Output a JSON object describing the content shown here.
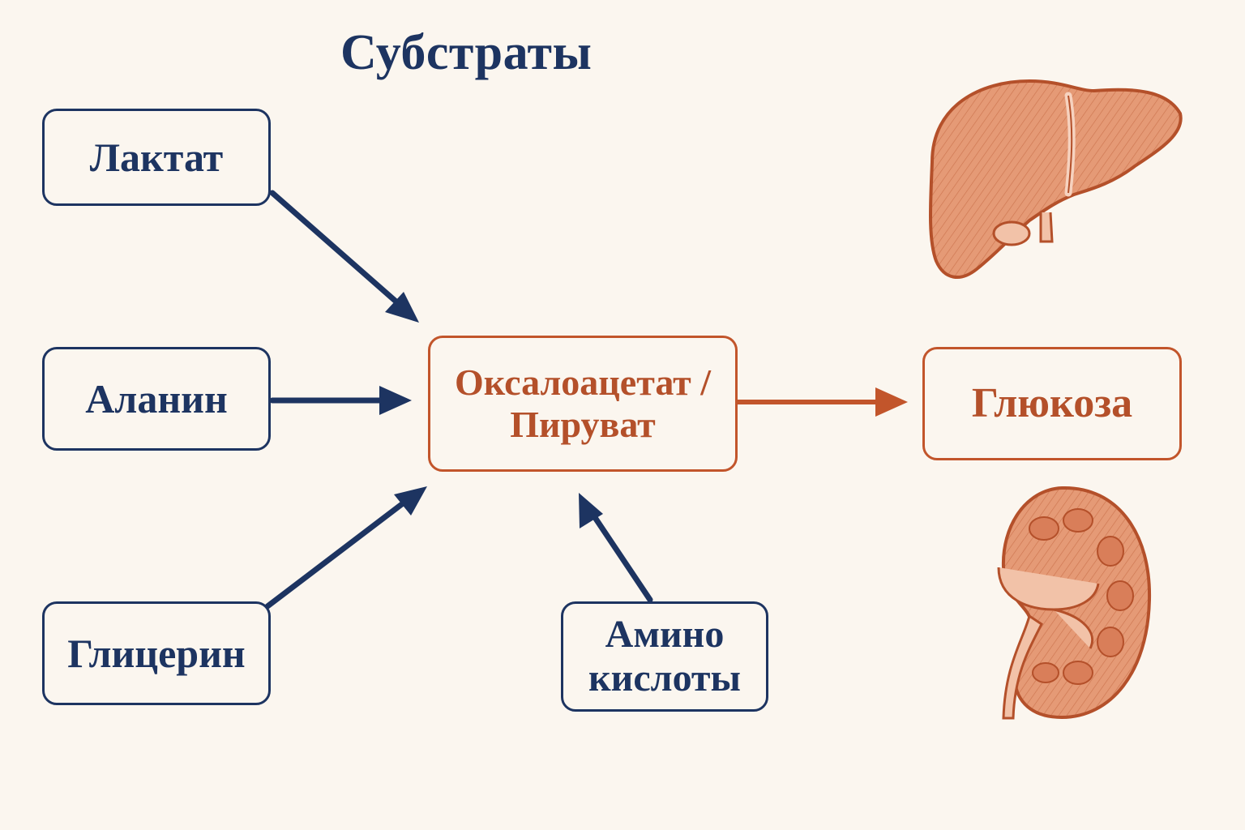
{
  "title": "Субстраты",
  "substrates": {
    "lactate": "Лактат",
    "alanine": "Аланин",
    "glycerol": "Глицерин",
    "amino_line1": "Амино",
    "amino_line2": "кислоты"
  },
  "center": {
    "line1": "Оксалоацетат /",
    "line2": "Пируват"
  },
  "product": "Глюкоза",
  "icons": {
    "liver": "liver-icon",
    "kidney": "kidney-icon"
  },
  "colors": {
    "navy": "#1d3461",
    "orange": "#c2552b",
    "background": "#fbf6ef",
    "organ_fill": "#e59a76"
  }
}
